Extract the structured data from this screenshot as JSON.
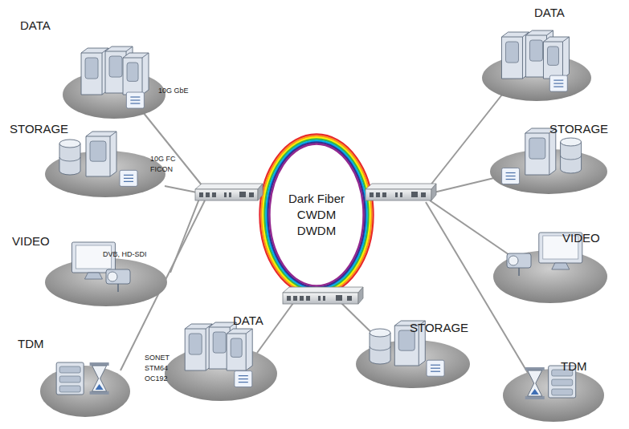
{
  "diagram": {
    "nodes": [
      {
        "text": [
          "DATA",
          "10G GbE"
        ]
      },
      {
        "text": [
          "DATA"
        ]
      },
      {
        "text": [
          "STORAGE",
          "10G FC FICON"
        ]
      },
      {
        "text": [
          "STORAGE"
        ]
      },
      {
        "text": [
          "Dark Fiber CWDM DWDM"
        ]
      },
      {
        "text": [
          "VIDEO",
          "DVB, HD-SDI"
        ]
      },
      {
        "text": [
          "VIDEO"
        ]
      },
      {
        "text": [
          "DATA"
        ]
      },
      {
        "text": [
          "STORAGE"
        ]
      },
      {
        "text": [
          "TDM",
          "SONET STM64 OC192"
        ]
      },
      {
        "text": [
          "TDM"
        ]
      }
    ]
  }
}
